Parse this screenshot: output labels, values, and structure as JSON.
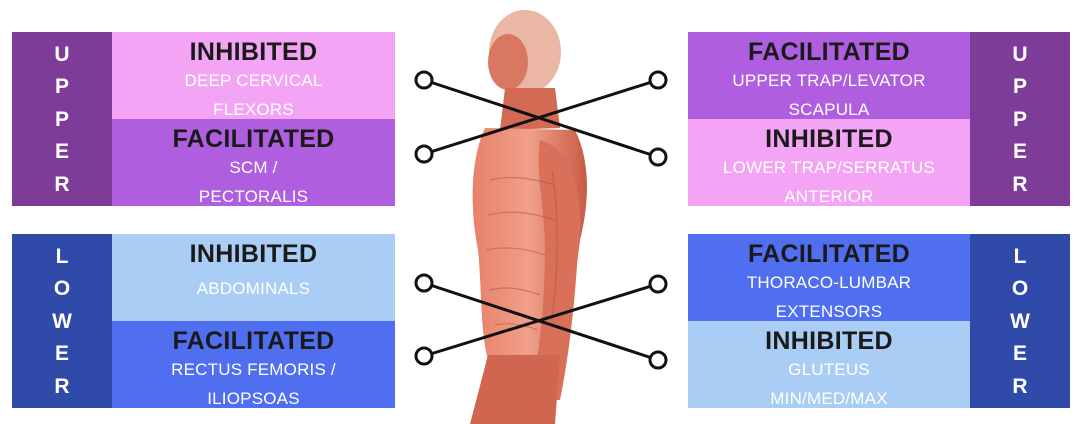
{
  "colors": {
    "upper_side": "#7d3c98",
    "upper_light": "#f4a4f4",
    "upper_dark": "#b05ee0",
    "lower_side": "#2f4aa8",
    "lower_light": "#a9cdf4",
    "lower_dark": "#4f6ff0"
  },
  "left_upper": {
    "label_letters": [
      "U",
      "P",
      "P",
      "E",
      "R"
    ],
    "top": {
      "heading": "INHIBITED",
      "lines": [
        "DEEP CERVICAL",
        "FLEXORS"
      ]
    },
    "bottom": {
      "heading": "FACILITATED",
      "lines": [
        "SCM /",
        "PECTORALIS"
      ]
    }
  },
  "left_lower": {
    "label_letters": [
      "L",
      "O",
      "W",
      "E",
      "R"
    ],
    "top": {
      "heading": "INHIBITED",
      "lines": [
        "ABDOMINALS"
      ]
    },
    "bottom": {
      "heading": "FACILITATED",
      "lines": [
        "RECTUS FEMORIS /",
        "ILIOPSOAS"
      ]
    }
  },
  "right_upper": {
    "label_letters": [
      "U",
      "P",
      "P",
      "E",
      "R"
    ],
    "top": {
      "heading": "FACILITATED",
      "lines": [
        "UPPER TRAP/LEVATOR",
        "SCAPULA"
      ]
    },
    "bottom": {
      "heading": "INHIBITED",
      "lines": [
        "LOWER TRAP/SERRATUS",
        "ANTERIOR"
      ]
    }
  },
  "right_lower": {
    "label_letters": [
      "L",
      "O",
      "W",
      "E",
      "R"
    ],
    "top": {
      "heading": "FACILITATED",
      "lines": [
        "THORACO-LUMBAR",
        "EXTENSORS"
      ]
    },
    "bottom": {
      "heading": "INHIBITED",
      "lines": [
        "GLUTEUS",
        "MIN/MED/MAX"
      ]
    }
  }
}
